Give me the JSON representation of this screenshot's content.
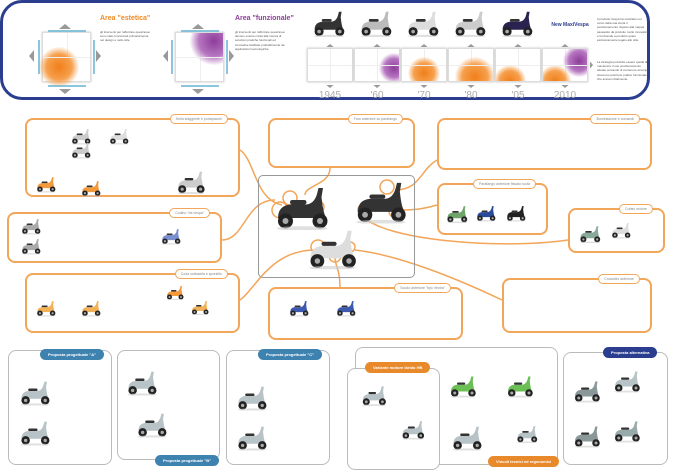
{
  "header": {
    "area_estetica": {
      "title": "Area \"estetica\"",
      "text": "gli interventi per rafforzare quest'area sono stati concentrati primariamente nel design e nello stile.",
      "color": "#f08a24"
    },
    "area_funzionale": {
      "title": "Area \"funzionale\"",
      "text": "gli interventi per rafforzare quest'area devono essere mirati alla ricerca di soluzioni pratiche funzionali ed innovative facilitate probabilmente da applicazioni tecnologiche.",
      "color": "#8e3d9a"
    },
    "timeline": [
      {
        "year": "1945",
        "blob": "none"
      },
      {
        "year": "'60",
        "blob": "purple"
      },
      {
        "year": "'70",
        "blob": "orange"
      },
      {
        "year": "'80",
        "blob": "orange"
      },
      {
        "year": "'05",
        "blob": "orange"
      },
      {
        "year": "2010",
        "blob": "both"
      }
    ],
    "new_model": "New MaxiVespa",
    "side_text_1": "Il prodotto Vespa ha cambiato nel corso della sua storia il posizionamento rispetto alla mappa passando da prodotto molto innovativo e funzionale a prodotto quasi esclusivamente legato allo stile.",
    "side_text_2": "La strategia potrebbe essere quella di mantenere il suo posizionamento attuale cercando di contenere al tempo stesso la posizione pratico funzionale che aveva inizialmente.",
    "border_color": "#2b3d8f"
  },
  "sections": [
    {
      "label": "Sella sfaggente e portapacchi"
    },
    {
      "label": "Faro anteriore su parafango"
    },
    {
      "label": "Illuminazione e comandi"
    },
    {
      "label": "Codino \"da vespa\""
    },
    {
      "label": "Parafango anteriore fissato ruota"
    },
    {
      "label": "Cofani motore"
    },
    {
      "label": "Coda sottosella e sportello"
    },
    {
      "label": "Scudo anteriore \"tipo Vectra\""
    },
    {
      "label": "Cruscotto anteriore"
    }
  ],
  "proposals": [
    {
      "label": "Proposta progettuale \"A\"",
      "color": "#3e82b0"
    },
    {
      "label": "Proposta progettuale \"B\"",
      "color": "#3e82b0"
    },
    {
      "label": "Proposta progettuale \"C\"",
      "color": "#3e82b0"
    },
    {
      "label": "Variante motore ibrido HB",
      "color": "#e8892b"
    },
    {
      "label": "Vincoli tecnici ed ergonomici",
      "color": "#e8892b"
    },
    {
      "label": "Proposta alternativa",
      "color": "#2b3d8f"
    }
  ],
  "colors": {
    "accent": "#f2a65a",
    "blue": "#3e82b0",
    "navy": "#2b3d8f"
  }
}
